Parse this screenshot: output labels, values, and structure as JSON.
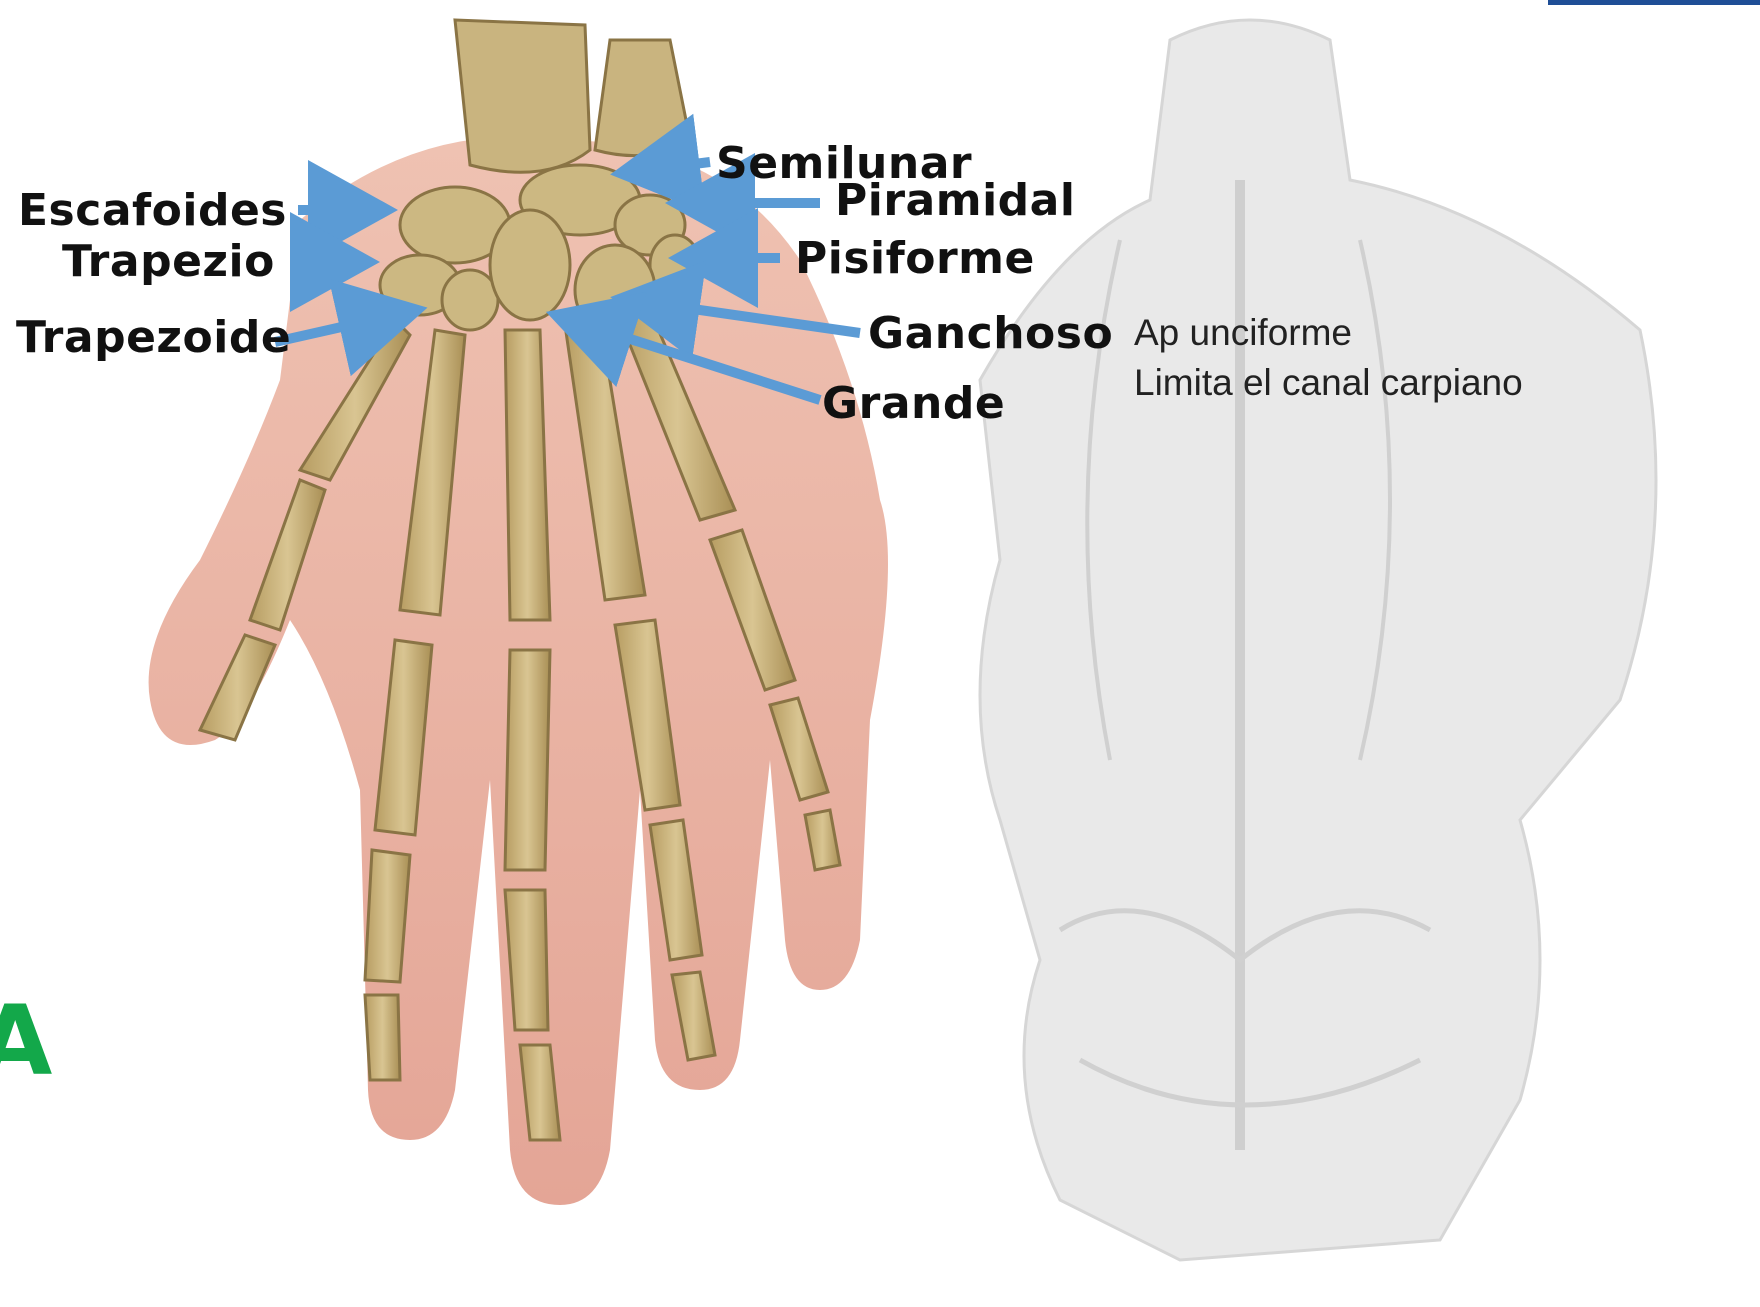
{
  "labels": {
    "escafoides": "Escafoides",
    "trapezio": "Trapezio",
    "trapezoide": "Trapezoide",
    "semilunar": "Semilunar",
    "piramidal": "Piramidal",
    "pisiforme": "Pisiforme",
    "ganchoso": "Ganchoso",
    "grande": "Grande"
  },
  "notes": {
    "line1": "Ap unciforme",
    "line2": "Limita el canal carpiano"
  },
  "slide_letter": "A",
  "colors": {
    "arrow": "#5b9bd5",
    "bone": "#c8b17a",
    "skin": "#e8b3a3",
    "letter": "#13a84a",
    "corner_bar": "#1f4e96"
  }
}
